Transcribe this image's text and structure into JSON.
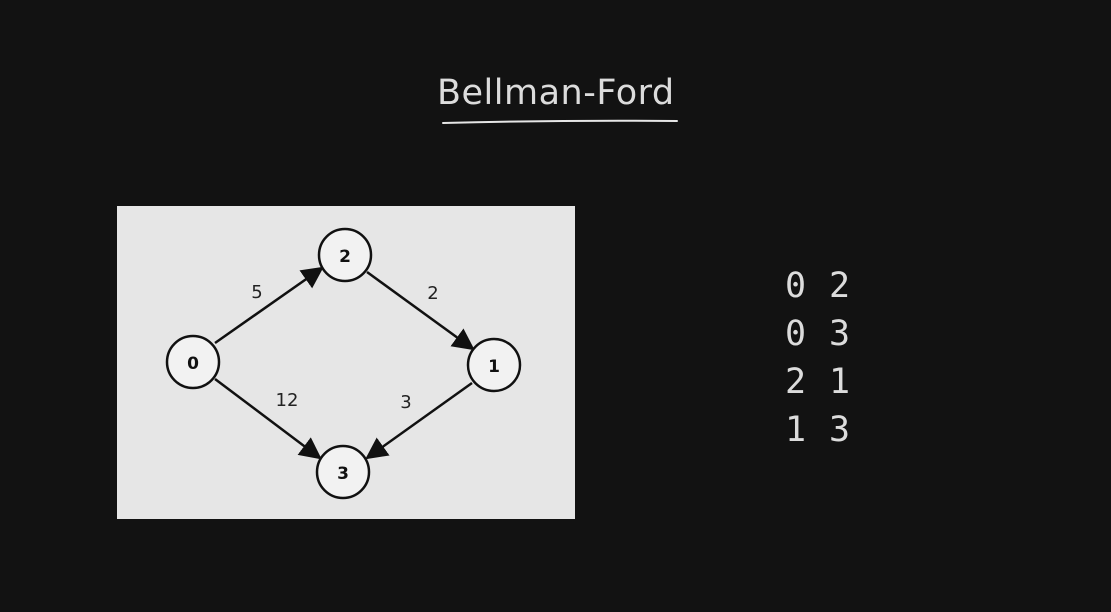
{
  "title": "Bellman-Ford",
  "graph": {
    "nodes": [
      {
        "id": "0",
        "label": "0"
      },
      {
        "id": "2",
        "label": "2"
      },
      {
        "id": "1",
        "label": "1"
      },
      {
        "id": "3",
        "label": "3"
      }
    ],
    "edges": [
      {
        "from": "0",
        "to": "2",
        "weight": "5"
      },
      {
        "from": "2",
        "to": "1",
        "weight": "2"
      },
      {
        "from": "0",
        "to": "3",
        "weight": "12"
      },
      {
        "from": "1",
        "to": "3",
        "weight": "3"
      }
    ]
  },
  "edge_list": [
    {
      "from": "0",
      "to": "2"
    },
    {
      "from": "0",
      "to": "3"
    },
    {
      "from": "2",
      "to": "1"
    },
    {
      "from": "1",
      "to": "3"
    }
  ]
}
